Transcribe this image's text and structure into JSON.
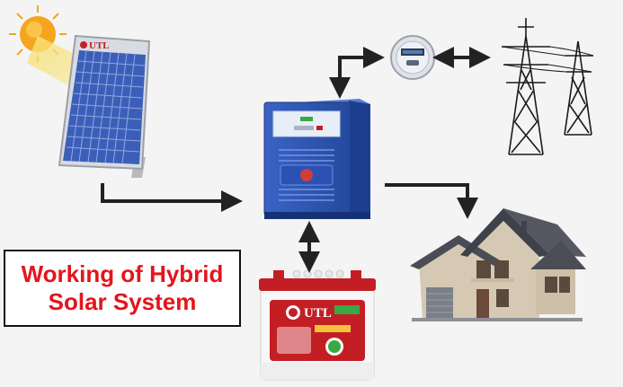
{
  "title": {
    "line1": "Working of Hybrid",
    "line2": "Solar System"
  },
  "panel": {
    "brand": "UTL"
  },
  "battery": {
    "brand": "UTL"
  },
  "colors": {
    "title_text": "#e4141c",
    "arrow": "#222222",
    "inverter_blue": "#2f56b8",
    "panel_cell": "#3b5fb8",
    "battery_red": "#c41e25",
    "house_roof": "#4a4d55",
    "house_wall": "#d6c9b3",
    "sun": "#f4a51c"
  },
  "icons": [
    "sun-icon",
    "solar-panel-icon",
    "inverter-icon",
    "electric-meter-icon",
    "transmission-tower-icon",
    "battery-icon",
    "house-icon"
  ]
}
